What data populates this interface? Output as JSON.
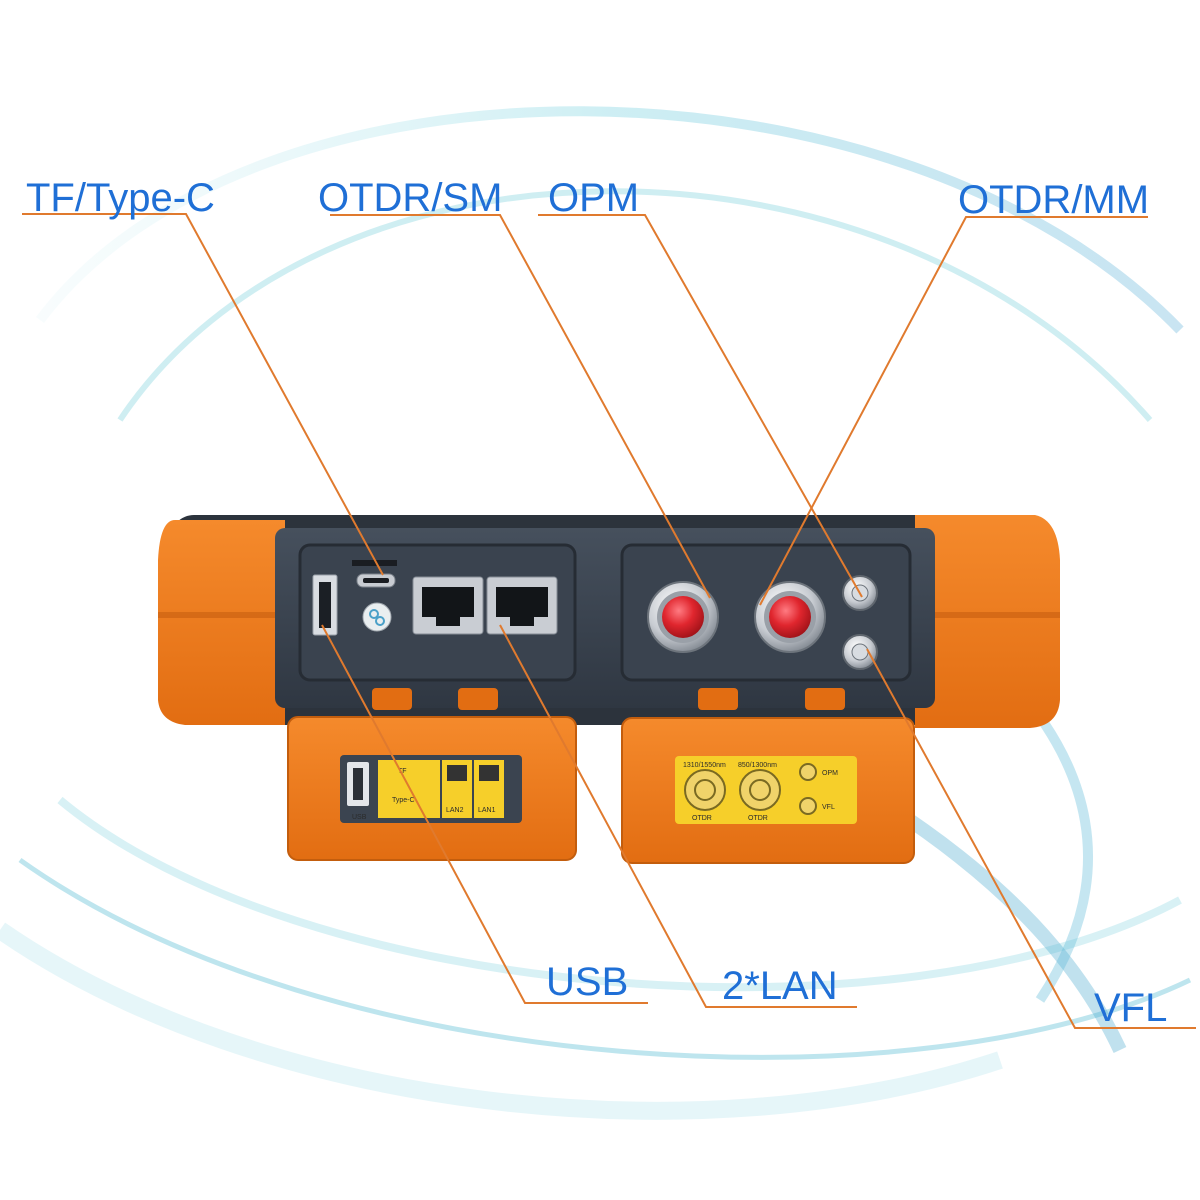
{
  "callouts": {
    "tf_typec": "TF/Type-C",
    "otdr_sm": "OTDR/SM",
    "opm": "OPM",
    "otdr_mm": "OTDR/MM",
    "usb": "USB",
    "lan": "2*LAN",
    "vfl": "VFL"
  },
  "left_cover_sticker": {
    "usb": "USB",
    "tf": "TF",
    "typec": "Type-C",
    "lan2": "LAN2",
    "lan1": "LAN1"
  },
  "right_cover_sticker": {
    "wl1": "1310/1550nm",
    "wl2": "850/1300nm",
    "otdr1": "OTDR",
    "otdr2": "OTDR",
    "opm": "OPM",
    "vfl": "VFL"
  },
  "colors": {
    "label_text": "#1f6fd6",
    "leader_line": "#e07a2e",
    "device_orange": "#f07d1f",
    "device_body": "#3a4350",
    "sticker_yellow": "#f6cf2a",
    "connector_cap": "#e2262e"
  }
}
